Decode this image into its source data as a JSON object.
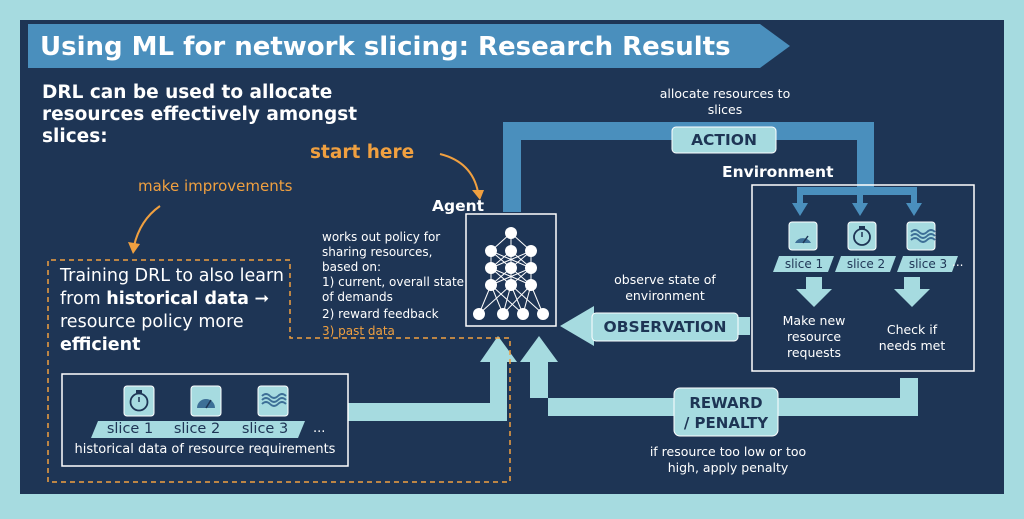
{
  "title": "Using ML for network slicing: Research Results",
  "subtitle": "DRL can be used to allocate resources effectively amongst slices:",
  "start_here": "start here",
  "make_improvements": "make improvements",
  "agent": {
    "label": "Agent",
    "policy_intro": "works out policy for sharing resources, based on:",
    "item1": "1) current, overall state of demands",
    "item2": "2) reward feedback",
    "item3": "3) past data"
  },
  "action": {
    "caption": "allocate resources to slices",
    "label": "ACTION"
  },
  "environment": {
    "label": "Environment",
    "slices": [
      "slice 1",
      "slice 2",
      "slice 3",
      "..."
    ],
    "make_new": "Make new resource requests",
    "check": "Check if needs met"
  },
  "observation": {
    "caption": "observe state of environment",
    "label": "OBSERVATION"
  },
  "reward": {
    "label_line1": "REWARD",
    "label_line2": "/ PENALTY",
    "caption": "if resource too low or too high, apply penalty"
  },
  "training": {
    "part1": "Training DRL to also learn from ",
    "bold1": "historical data",
    "arrow": " ➞ ",
    "part2": "resource policy more ",
    "bold2": "efficient"
  },
  "historical": {
    "slices": [
      "slice 1",
      "slice 2",
      "slice 3",
      "..."
    ],
    "caption": "historical data of resource requirements"
  },
  "colors": {
    "background": "#1e3555",
    "frame": "#a6dbe0",
    "accent": "#f0a040",
    "arrow": "#4a8fbd",
    "pill": "#a6dbe0"
  }
}
